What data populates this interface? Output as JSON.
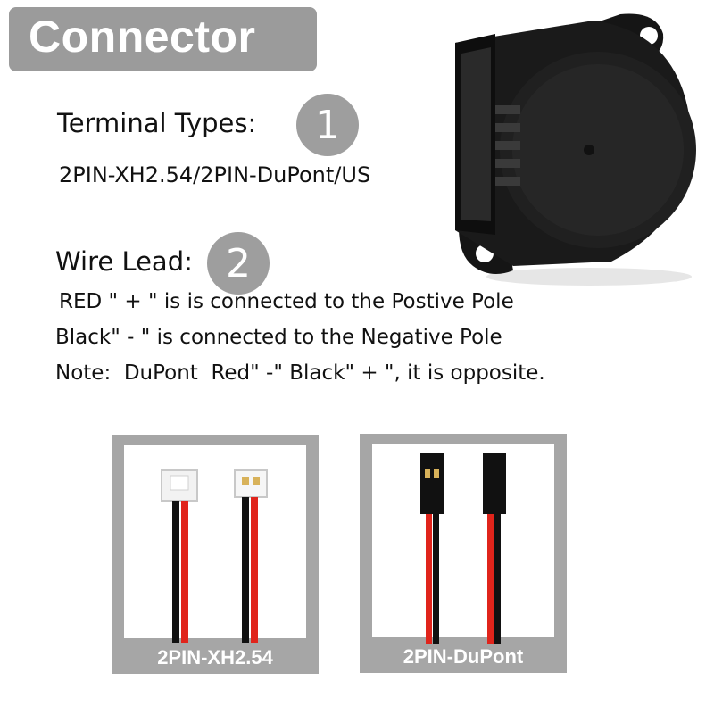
{
  "title": "Connector",
  "terminal": {
    "heading": "Terminal Types:",
    "badge": "1",
    "types": "2PIN-XH2.54/2PIN-DuPont/US"
  },
  "wire": {
    "heading": "Wire Lead:",
    "badge": "2",
    "lines": [
      "RED \" + \" is is connected to the Postive Pole",
      "Black\" - \" is connected to the Negative Pole",
      "Note:  DuPont  Red\" -\" Black\" + \", it is opposite."
    ]
  },
  "panels": [
    {
      "label": "2PIN-XH2.54"
    },
    {
      "label": "2PIN-DuPont"
    }
  ],
  "colors": {
    "banner": "#9b9b9b",
    "badge": "#9e9e9e",
    "panel": "#a6a6a6",
    "wire_red": "#e0241b",
    "wire_black": "#111111",
    "fan_body": "#1a1a1a"
  }
}
